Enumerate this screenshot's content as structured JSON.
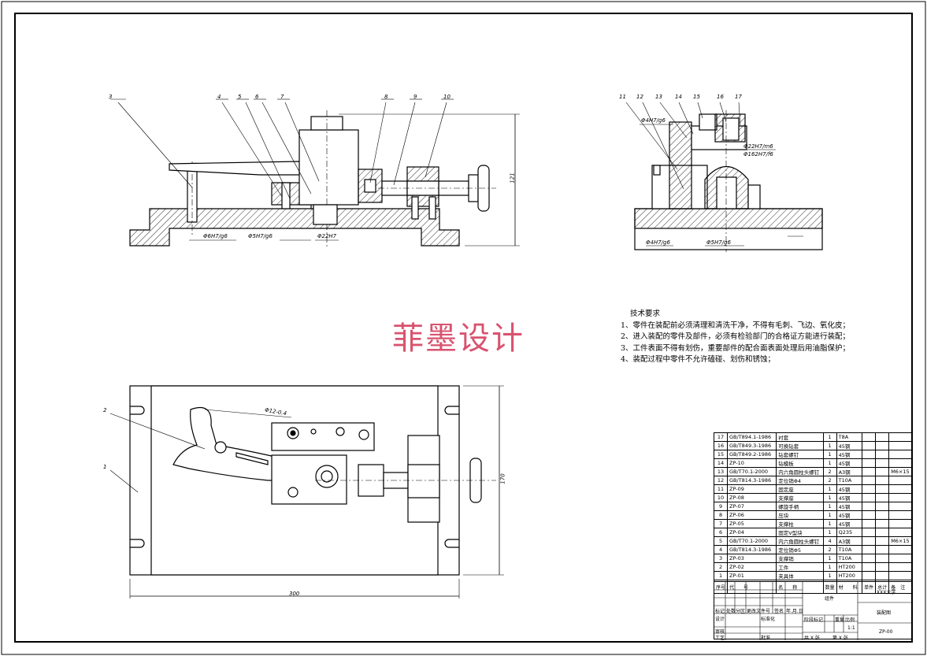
{
  "drawing": {
    "front_view": {
      "part_labels": [
        "3",
        "4",
        "5",
        "6",
        "7",
        "8",
        "9",
        "10"
      ],
      "dimensions": [
        "Φ6H7/g6",
        "Φ5H7/g6",
        "Φ22H7",
        "121"
      ]
    },
    "side_view": {
      "part_labels": [
        "11",
        "12",
        "13",
        "14",
        "15",
        "16",
        "17"
      ],
      "dimensions": [
        "Φ4H7/g6",
        "Φ22H7/m6",
        "Φ162H7/f6",
        "Φ4H7/g6",
        "Φ5H7/g6"
      ]
    },
    "top_view": {
      "part_labels": [
        "2",
        "1"
      ],
      "dimensions": [
        "300",
        "170",
        "Φ12-0.4"
      ]
    },
    "watermark": "菲墨设计"
  },
  "technical_requirements": {
    "title": "技术要求",
    "items": [
      "1、零件在装配前必须清理和清洗干净，不得有毛刺、飞边、氧化皮；",
      "2、进入装配的零件及部件，必须有检验部门的合格证方能进行装配；",
      "3、工件表面不得有划伤，重要部件的配合面表面处理后用油脂保护；",
      "4、装配过程中零件不允许磕碰、划伤和锈蚀；"
    ]
  },
  "bom": {
    "rows": [
      {
        "no": "17",
        "code": "GB/T894.1-1986",
        "name": "衬套",
        "qty": "1",
        "material": "T8A",
        "remark": ""
      },
      {
        "no": "16",
        "code": "GB/T849.3-1986",
        "name": "可换钻套",
        "qty": "1",
        "material": "45钢",
        "remark": ""
      },
      {
        "no": "15",
        "code": "GB/T849.2-1986",
        "name": "钻套螺钉",
        "qty": "1",
        "material": "45钢",
        "remark": ""
      },
      {
        "no": "14",
        "code": "ZP-10",
        "name": "钻模板",
        "qty": "1",
        "material": "45钢",
        "remark": ""
      },
      {
        "no": "13",
        "code": "GB/T70.1-2000",
        "name": "内六角圆柱头螺钉",
        "qty": "2",
        "material": "A3钢",
        "remark": "M6×15"
      },
      {
        "no": "12",
        "code": "GB/T814.3-1986",
        "name": "定位销Φ4",
        "qty": "2",
        "material": "T10A",
        "remark": ""
      },
      {
        "no": "11",
        "code": "ZP-09",
        "name": "固定座",
        "qty": "1",
        "material": "45钢",
        "remark": ""
      },
      {
        "no": "10",
        "code": "ZP-08",
        "name": "支撑座",
        "qty": "1",
        "material": "45钢",
        "remark": ""
      },
      {
        "no": "9",
        "code": "ZP-07",
        "name": "螺旋手柄",
        "qty": "1",
        "material": "45钢",
        "remark": ""
      },
      {
        "no": "8",
        "code": "ZP-06",
        "name": "压块",
        "qty": "1",
        "material": "45钢",
        "remark": ""
      },
      {
        "no": "7",
        "code": "ZP-05",
        "name": "支撑柱",
        "qty": "1",
        "material": "45钢",
        "remark": ""
      },
      {
        "no": "6",
        "code": "ZP-04",
        "name": "固定V型块",
        "qty": "1",
        "material": "Q235",
        "remark": ""
      },
      {
        "no": "5",
        "code": "GB/T70.1-2000",
        "name": "内六角圆柱头螺钉",
        "qty": "4",
        "material": "A3钢",
        "remark": "M6×15"
      },
      {
        "no": "4",
        "code": "GB/T814.3-1986",
        "name": "定位销Φ5",
        "qty": "2",
        "material": "T10A",
        "remark": ""
      },
      {
        "no": "3",
        "code": "ZP-03",
        "name": "支撑销",
        "qty": "1",
        "material": "T10A",
        "remark": ""
      },
      {
        "no": "2",
        "code": "ZP-02",
        "name": "工件",
        "qty": "1",
        "material": "HT200",
        "remark": ""
      },
      {
        "no": "1",
        "code": "ZP-01",
        "name": "夹具体",
        "qty": "1",
        "material": "HT200",
        "remark": ""
      }
    ],
    "header": {
      "no": "序号",
      "code": "代　　号",
      "name": "名　　称",
      "qty": "数量",
      "material": "材　　料",
      "w1": "单件",
      "w2": "总计",
      "weight": "重　量",
      "remark": "备　注"
    }
  },
  "title_block": {
    "assembly": "组件",
    "university": "XXX大学",
    "drawing_name": "装配图",
    "drawing_no": "ZP-00",
    "scale": "1:1",
    "labels": {
      "mark": "标记",
      "count": "处数",
      "zone": "分区",
      "change_doc": "更改文件号",
      "signature": "签名",
      "date": "年.月.日",
      "design": "设计",
      "standard": "标准化",
      "stage_mark": "阶段标记",
      "weight": "重量",
      "scale_lbl": "比例",
      "review": "审核",
      "process": "工艺",
      "approve": "批准",
      "sheets": "共 X 张",
      "sheet": "第 X 张"
    }
  },
  "colors": {
    "line": "#000000",
    "watermark": "#d8536f"
  }
}
